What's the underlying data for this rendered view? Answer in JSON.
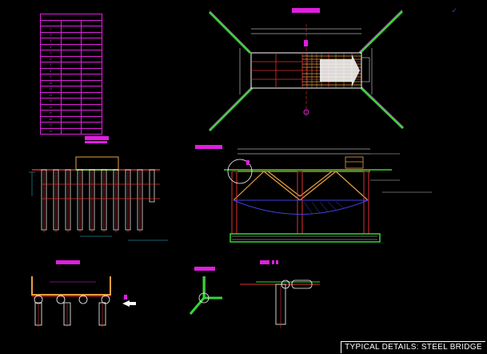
{
  "drawing": {
    "title": "TYPICAL DETAILS: STEEL BRIDGE"
  },
  "colors": {
    "background": "#000000",
    "magenta": "#e01ee0",
    "green": "#36d636",
    "orange": "#e8a040",
    "red": "#e03030",
    "white": "#ffffff",
    "yellow": "#e8e020",
    "blue": "#4040e0",
    "cyan": "#30c0e0"
  },
  "schedule_table": {
    "rows": [
      "1",
      "2",
      "3",
      "4",
      "5",
      "6",
      "7",
      "8",
      "9",
      "10",
      "11",
      "12",
      "13",
      "14",
      "15",
      "16",
      "17",
      "18"
    ]
  }
}
